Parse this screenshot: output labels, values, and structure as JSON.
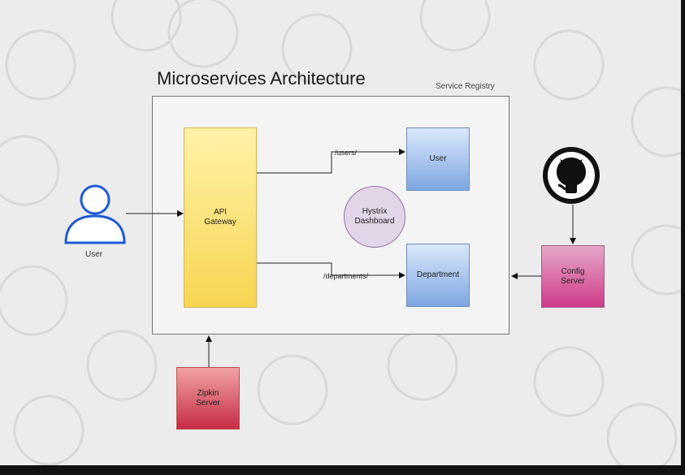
{
  "diagram": {
    "title": "Microservices Architecture",
    "registry_label": "Service Registry",
    "nodes": {
      "user_actor": "User",
      "api_gateway": "API\nGateway",
      "user_service": "User",
      "department_service": "Department",
      "hystrix": "Hystrix\nDashboard",
      "config_server": "Config\nServer",
      "zipkin_server": "Zipkin\nServer"
    },
    "edges": {
      "users_route": "/users/",
      "departments_route": "/departments/"
    }
  },
  "colors": {
    "gateway": "#f7d552",
    "service": "#7ea6e0",
    "hystrix": "#e1d5e7",
    "config": "#cd3b87",
    "zipkin": "#c62c45",
    "person": "#1e5ad6"
  },
  "icons": {
    "actor": "person-icon",
    "source": "github-icon"
  }
}
